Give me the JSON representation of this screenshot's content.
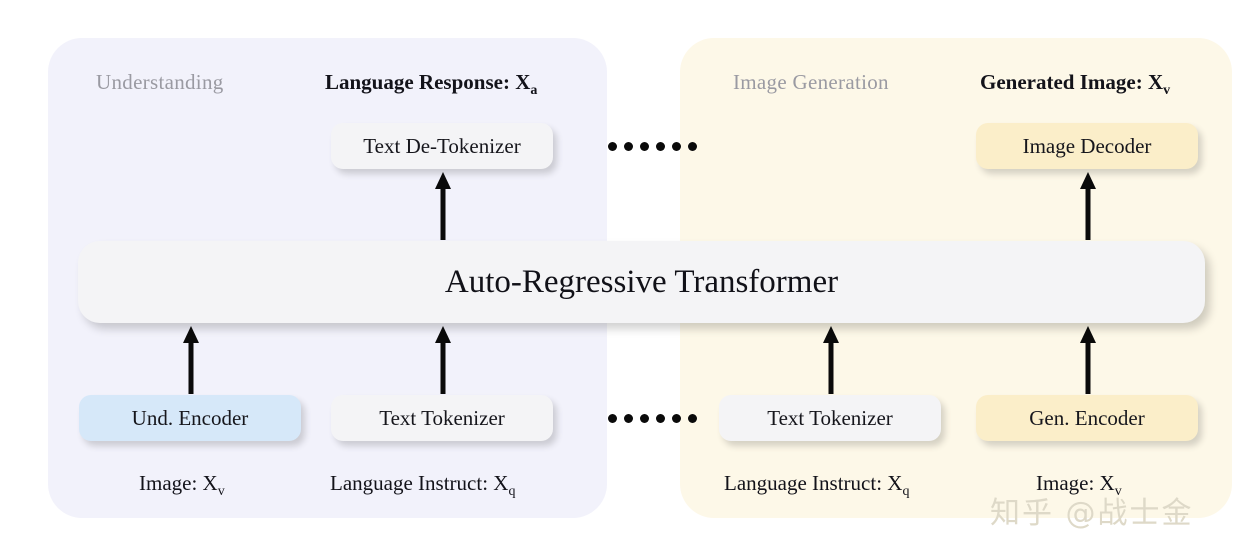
{
  "figure": {
    "transformer_label": "Auto-Regressive Transformer",
    "watermark": "知乎 @战士金"
  },
  "panels": {
    "understanding": {
      "title": "Understanding",
      "top_caption": "Language Response: X",
      "top_caption_sub": "a",
      "top_box": "Text De-Tokenizer",
      "bottom_boxes": [
        {
          "label": "Und. Encoder",
          "style": "blue"
        },
        {
          "label": "Text Tokenizer",
          "style": "white"
        }
      ],
      "bottom_captions": [
        {
          "text": "Image: X",
          "sub": "v"
        },
        {
          "text": "Language Instruct: X",
          "sub": "q"
        }
      ]
    },
    "generation": {
      "title": "Image Generation",
      "top_caption": "Generated Image: X",
      "top_caption_sub": "v",
      "top_box": "Image Decoder",
      "bottom_boxes": [
        {
          "label": "Text Tokenizer",
          "style": "white"
        },
        {
          "label": "Gen. Encoder",
          "style": "yellow"
        }
      ],
      "bottom_captions": [
        {
          "text": "Language Instruct: X",
          "sub": "q"
        },
        {
          "text": "Image: X",
          "sub": "v"
        }
      ]
    }
  },
  "separators": {
    "dot_count": 6
  },
  "colors": {
    "panel_understanding_bg": "#f2f2fb",
    "panel_generation_bg": "#fdf8e8",
    "box_white": "#f4f4f6",
    "box_blue": "#d6e8f9",
    "box_yellow": "#fbeec9",
    "panel_title_gray": "#9a9aa2",
    "arrow_black": "#0a0a0a",
    "watermark": "#ded9c8"
  }
}
